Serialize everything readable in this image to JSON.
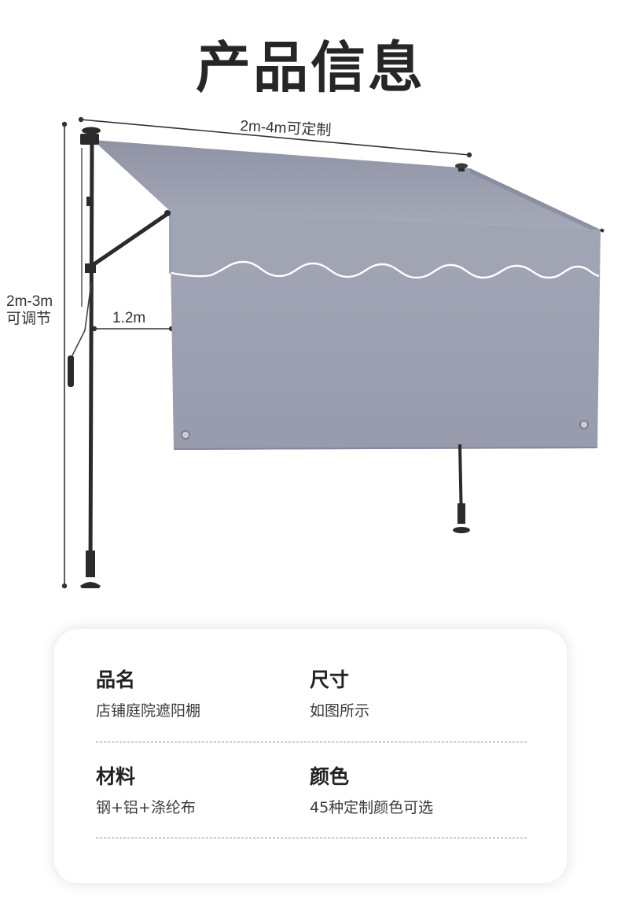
{
  "title": "产品信息",
  "dimensions": {
    "width": "2m-4m可定制",
    "height_line1": "2m-3m",
    "height_line2": "可调节",
    "depth": "1.2m"
  },
  "colors": {
    "fabric": "#9a9eaf",
    "fabric_top": "#a2a5b3",
    "frame": "#2b2b2b"
  },
  "specs": {
    "name_label": "品名",
    "name_value": "店铺庭院遮阳棚",
    "size_label": "尺寸",
    "size_value": "如图所示",
    "material_label": "材料",
    "material_value": "钢+铝+涤纶布",
    "color_label": "颜色",
    "color_value": "45种定制颜色可选"
  }
}
